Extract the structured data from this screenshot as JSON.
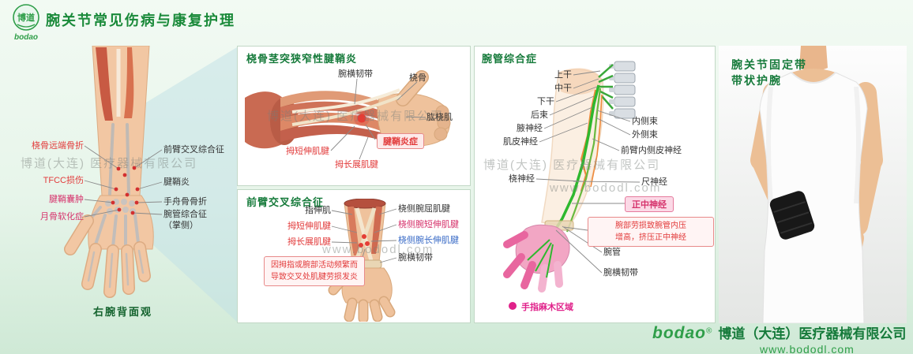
{
  "header": {
    "logo_en": "bodao",
    "logo_cn": "博道",
    "title": "腕关节常见伤病与康复护理"
  },
  "watermarks": {
    "company": "博道(大连) 医疗器械有限公司",
    "site": "www.bododl.com"
  },
  "overview": {
    "caption": "右腕背面观",
    "labels": {
      "distal_radius_fracture": "桡骨远端骨折",
      "tfcc_injury": "TFCC损伤",
      "ganglion_cyst": "腱鞘囊肿",
      "lunate_malacia": "月骨软化症",
      "intersection_syndrome": "前臂交叉综合征",
      "tenosynovitis": "腱鞘炎",
      "scaphoid_fracture": "手舟骨骨折",
      "carpal_tunnel_l1": "腕管综合征",
      "carpal_tunnel_l2": "（掌侧）"
    }
  },
  "dequervain": {
    "title": "桡骨茎突狭窄性腱鞘炎",
    "labels": {
      "transverse_ligament": "腕横韧带",
      "radius": "桡骨",
      "brachioradialis": "肱桡肌",
      "epb_tendon": "拇短伸肌腱",
      "sheath_inflammation": "腱鞘炎症",
      "apl_tendon": "拇长展肌腱"
    }
  },
  "intersection": {
    "title": "前臂交叉综合征",
    "labels": {
      "extensor_digitorum": "指伸肌",
      "fcr_tendon": "桡侧腕屈肌腱",
      "epb_tendon": "拇短伸肌腱",
      "ecrb_tendon": "桡侧腕短伸肌腱",
      "apl_tendon": "拇长展肌腱",
      "ecrl_tendon": "桡侧腕长伸肌腱",
      "transverse_ligament": "腕横韧带"
    },
    "note_line1": "因拇指或腕部活动频繁而",
    "note_line2": "导致交叉处肌腱劳损发炎"
  },
  "carpal": {
    "title": "腕管综合症",
    "labels": {
      "upper_trunk": "上干",
      "middle_trunk": "中干",
      "lower_trunk": "下干",
      "posterior_cord": "后束",
      "axillary_nerve": "腋神经",
      "musculocutaneous_nerve": "肌皮神经",
      "radial_nerve": "桡神经",
      "medial_cord": "内侧束",
      "lateral_cord": "外侧束",
      "mabc_nerve": "前臂内侧皮神经",
      "ulnar_nerve": "尺神经",
      "median_nerve": "正中神经",
      "carpal_tunnel": "腕管",
      "transverse_ligament": "腕横韧带"
    },
    "note_line1": "腕部劳损致腕管内压",
    "note_line2": "增高，挤压正中神经",
    "legend": "手指麻木区域"
  },
  "product": {
    "title_l1": "腕关节固定带",
    "title_l2": "带状护腕"
  },
  "footer": {
    "logo": "bodao",
    "reg": "®",
    "company": "博道（大连）医疗器械有限公司",
    "site": "www.bododl.com"
  }
}
